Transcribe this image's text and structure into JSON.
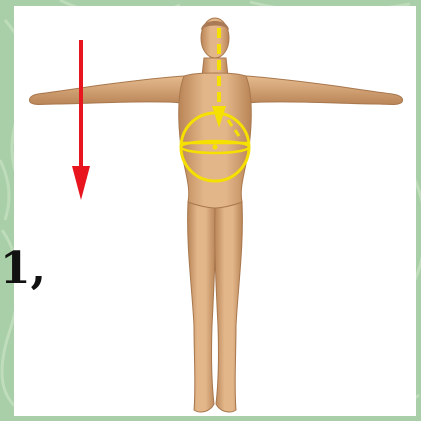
{
  "background": {
    "color": "#a8cfa8",
    "pattern_color": "#c9e2c3"
  },
  "panel": {
    "color": "#ffffff"
  },
  "edge_text": "1,",
  "figure": {
    "skin_color": "#d8a97a",
    "skin_shadow": "#b98557",
    "hair_color": "#a97a55"
  },
  "gravity_arrow": {
    "color": "#e8141e",
    "direction": "down"
  },
  "center_of_mass_marker": {
    "color": "#f5e000",
    "style": "dashed-line-with-arrow-and-sphere"
  }
}
